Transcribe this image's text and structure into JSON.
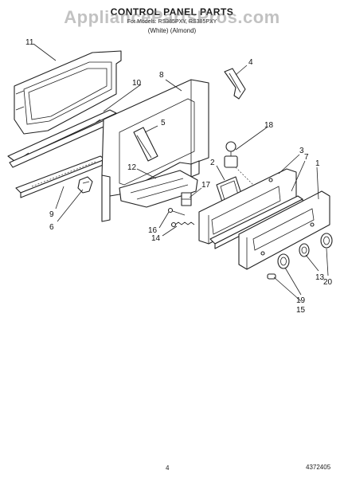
{
  "header": {
    "title": "CONTROL PANEL PARTS",
    "subtitle": "For Models: RS385PXY, RS385PXY",
    "variants": "(White)   (Almond)"
  },
  "watermark": "AppliancePartsPros.com",
  "callouts": [
    "1",
    "2",
    "3",
    "4",
    "5",
    "6",
    "7",
    "8",
    "9",
    "10",
    "11",
    "12",
    "13",
    "14",
    "15",
    "16",
    "17",
    "18",
    "19",
    "20"
  ],
  "footer": {
    "page_number": "4",
    "document_number": "4372405"
  }
}
